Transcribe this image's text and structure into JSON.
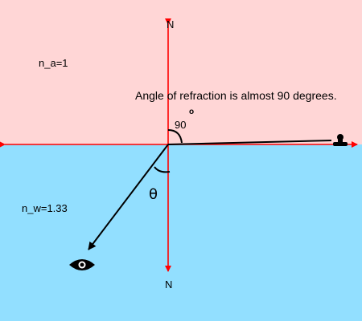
{
  "colors": {
    "air": "#ffd6d6",
    "water": "#92dfff",
    "axes": "#ff0000",
    "ray": "#000000"
  },
  "labels": {
    "normal_top": "N",
    "normal_bottom": "N",
    "medium_air": "n_a=1",
    "medium_water": "n_w=1.33",
    "annotation": "Angle of refraction is almost 90 degrees.",
    "angle_top_value": "90",
    "angle_top_unit": "o",
    "angle_bottom_symbol": "θ"
  },
  "icons": {
    "observer": "eye-icon",
    "source": "object-icon"
  }
}
